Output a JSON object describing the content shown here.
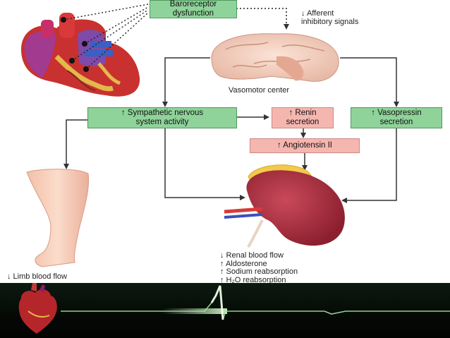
{
  "diagram": {
    "nodes": {
      "baroreceptor": "Baroreceptor\ndysfunction",
      "afferent": "↓ Afferent\ninhibitory signals",
      "vasomotor": "Vasomotor center",
      "sympathetic": "↑ Sympathetic nervous\nsystem activity",
      "renin": "↑ Renin\nsecretion",
      "vasopressin": "↑ Vasopressin\nsecretion",
      "angiotensin": "↑ Angiotensin II",
      "limb": "↓ Limb blood flow"
    },
    "renal_effects": [
      "↓ Renal blood flow",
      "↑ Aldosterone",
      "↑ Sodium reabsorption",
      "↑ H₂O reabsorption"
    ]
  },
  "colors": {
    "green_box": "#8fd39a",
    "pink_box": "#f6b6b0",
    "arrow": "#333333",
    "ecg_glow": "#d8ffd0"
  },
  "icons": [
    "heart-illustration-icon",
    "brain-illustration-icon",
    "kidney-illustration-icon",
    "leg-illustration-icon",
    "heart-ecg-icon"
  ]
}
